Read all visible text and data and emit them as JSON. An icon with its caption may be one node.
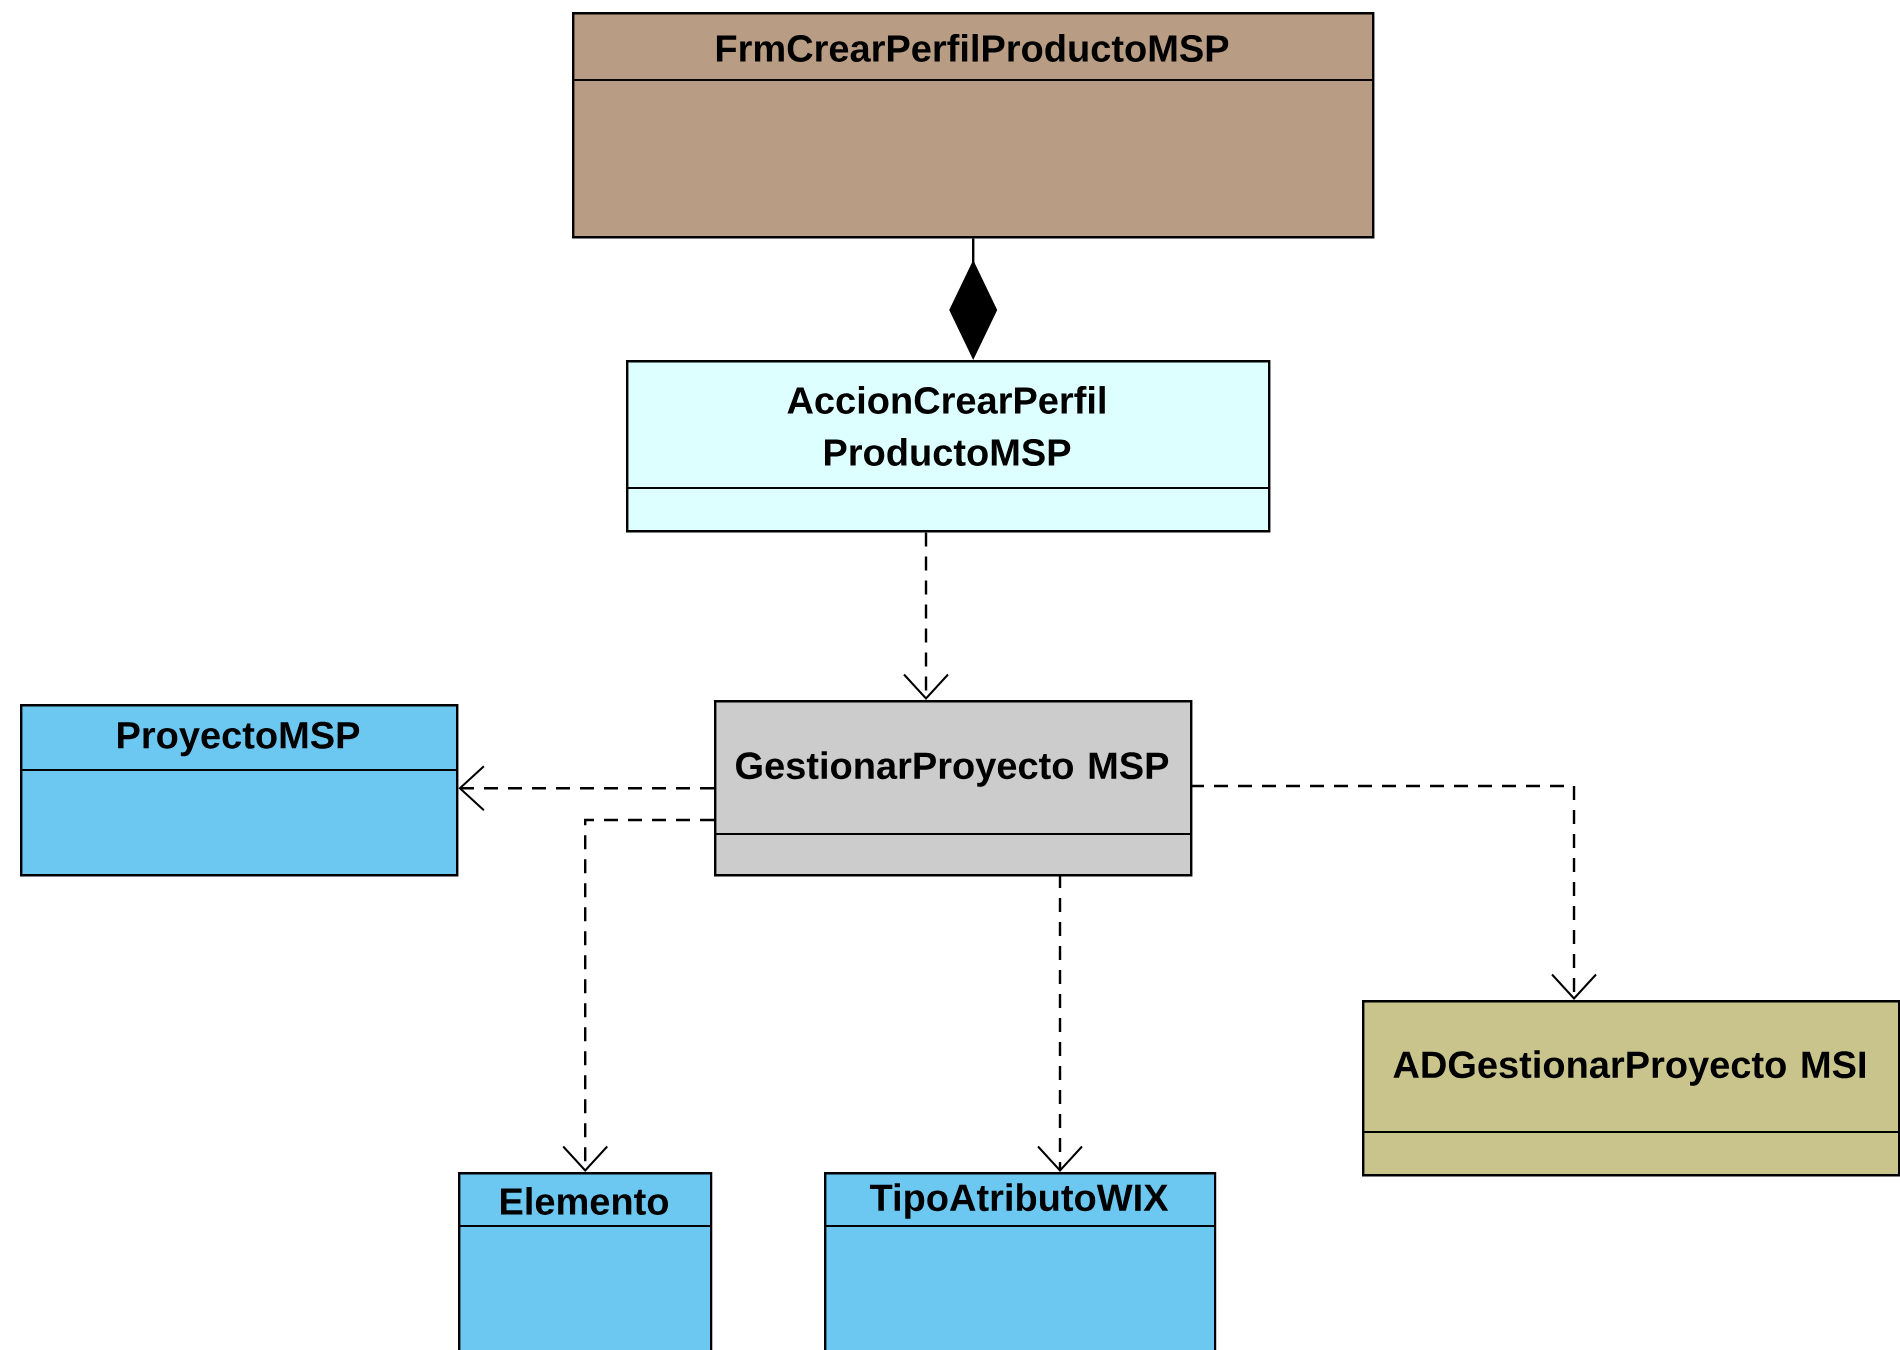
{
  "diagram": {
    "nodes": [
      {
        "text": [
          "FrmCrearPerfilProductoMSP"
        ]
      },
      {
        "text": [
          "AccionCrearPerfil ProductoMSP"
        ]
      },
      {
        "text": [
          "ProyectoMSP"
        ]
      },
      {
        "text": [
          "GestionarProyecto MSP"
        ]
      },
      {
        "text": [
          "ADGestionarProyecto MSI"
        ]
      },
      {
        "text": [
          "Elemento"
        ]
      },
      {
        "text": [
          "TipoAtributoWIX"
        ]
      }
    ],
    "edges": [
      {
        "from": 0,
        "to": 1,
        "arrow": "other"
      },
      {
        "from": 1,
        "to": 3,
        "arrow": "to",
        "style": "dashed"
      },
      {
        "from": 3,
        "to": 2,
        "arrow": "to",
        "style": "dashed"
      },
      {
        "from": 3,
        "to": 5,
        "arrow": "to",
        "style": "dashed"
      },
      {
        "from": 3,
        "to": 6,
        "arrow": "to",
        "style": "dashed"
      },
      {
        "from": 3,
        "to": 4,
        "arrow": "to",
        "style": "dashed"
      }
    ]
  }
}
